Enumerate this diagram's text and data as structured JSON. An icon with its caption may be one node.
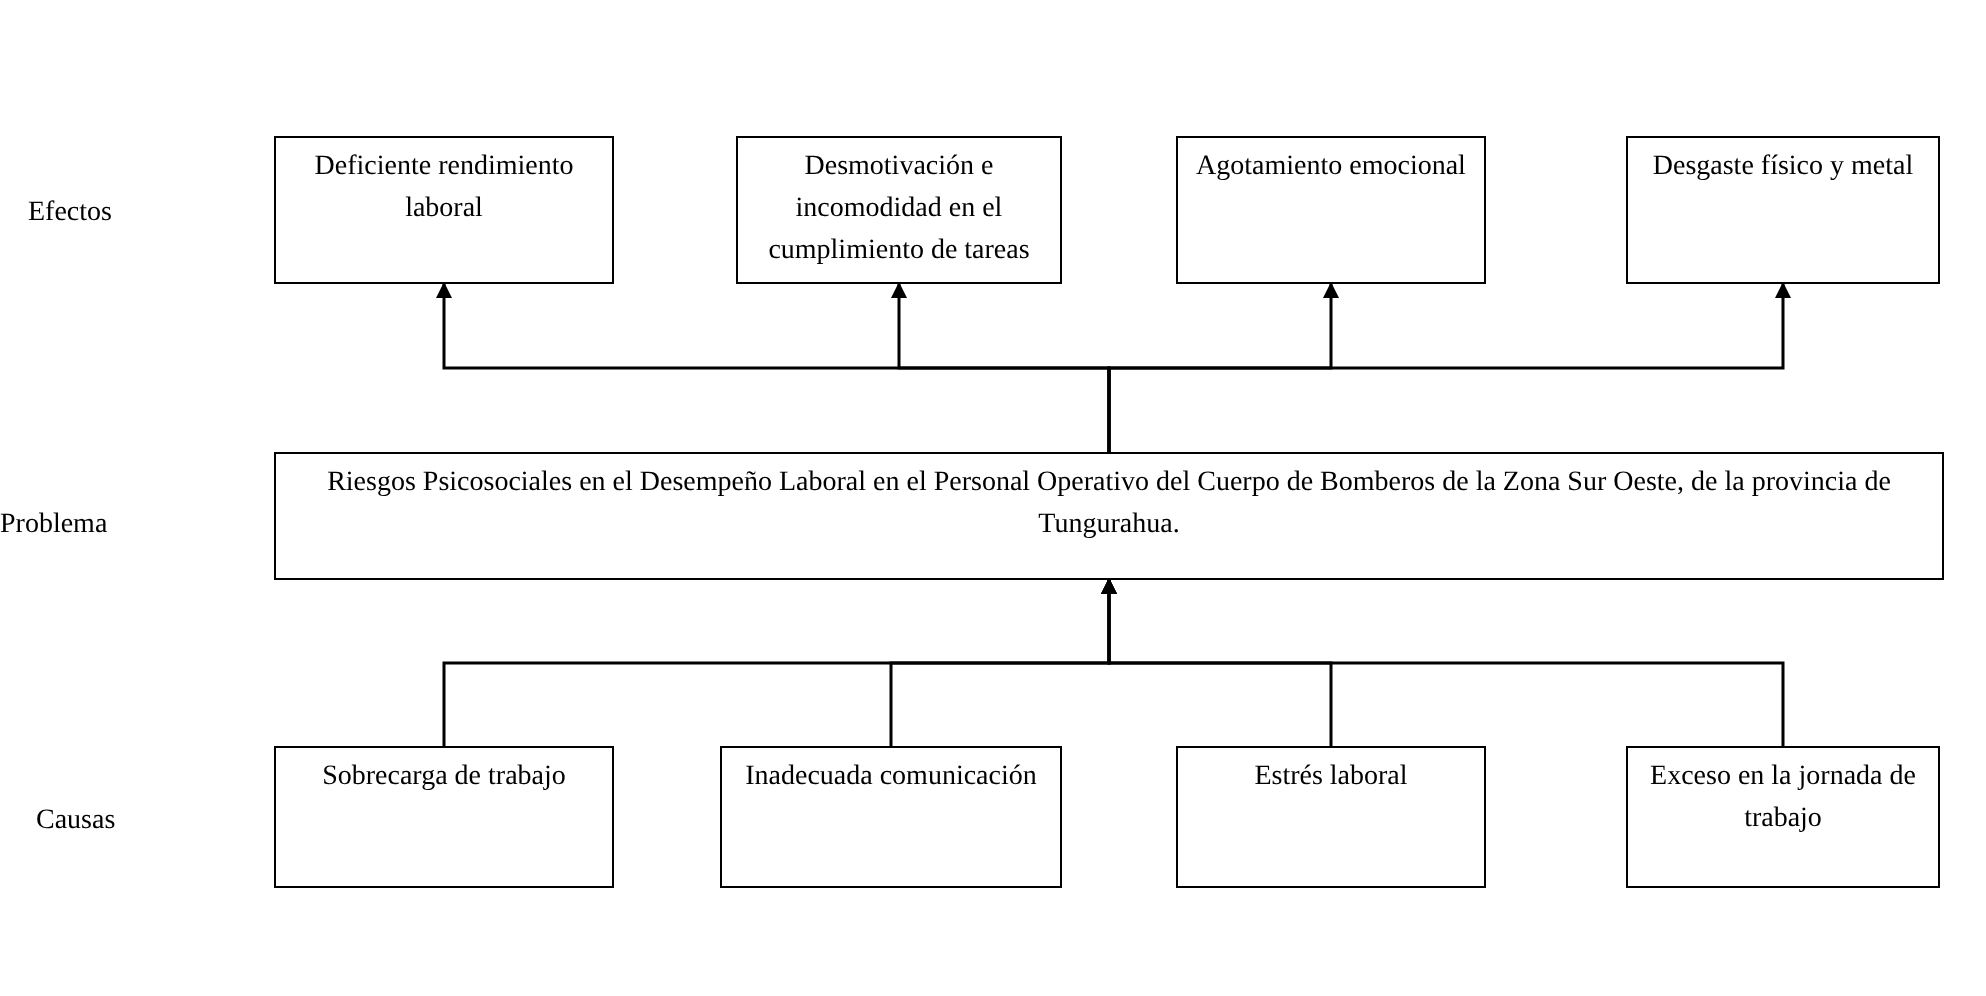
{
  "diagram": {
    "nodes": [
      {
        "text": [
          "Deficiente rendimiento laboral"
        ]
      },
      {
        "text": [
          "Desmotivación e incomodidad en el cumplimiento de tareas"
        ]
      },
      {
        "text": [
          "Agotamiento emocional"
        ]
      },
      {
        "text": [
          "Desgaste físico y metal"
        ]
      },
      {
        "text": [
          "Riesgos Psicosociales en el Desempeño Laboral en el Personal Operativo del Cuerpo de Bomberos de la Zona Sur Oeste, de la provincia de Tungurahua."
        ]
      },
      {
        "text": [
          "Sobrecarga de trabajo"
        ]
      },
      {
        "text": [
          "Inadecuada comunicación"
        ]
      },
      {
        "text": [
          "Estrés laboral"
        ]
      },
      {
        "text": [
          "Exceso en la jornada de trabajo"
        ]
      }
    ],
    "edges": [
      {
        "from": 4,
        "to": 0,
        "arrow": "to"
      },
      {
        "from": 4,
        "to": 1,
        "arrow": "to"
      },
      {
        "from": 4,
        "to": 2,
        "arrow": "to"
      },
      {
        "from": 4,
        "to": 3,
        "arrow": "to"
      },
      {
        "from": 5,
        "to": 4,
        "arrow": "to"
      },
      {
        "from": 6,
        "to": 4,
        "arrow": "to"
      },
      {
        "from": 7,
        "to": 4,
        "arrow": "to"
      },
      {
        "from": 8,
        "to": 4,
        "arrow": "to"
      }
    ],
    "labels": [
      "Efectos",
      "Problema",
      "Causas"
    ]
  }
}
